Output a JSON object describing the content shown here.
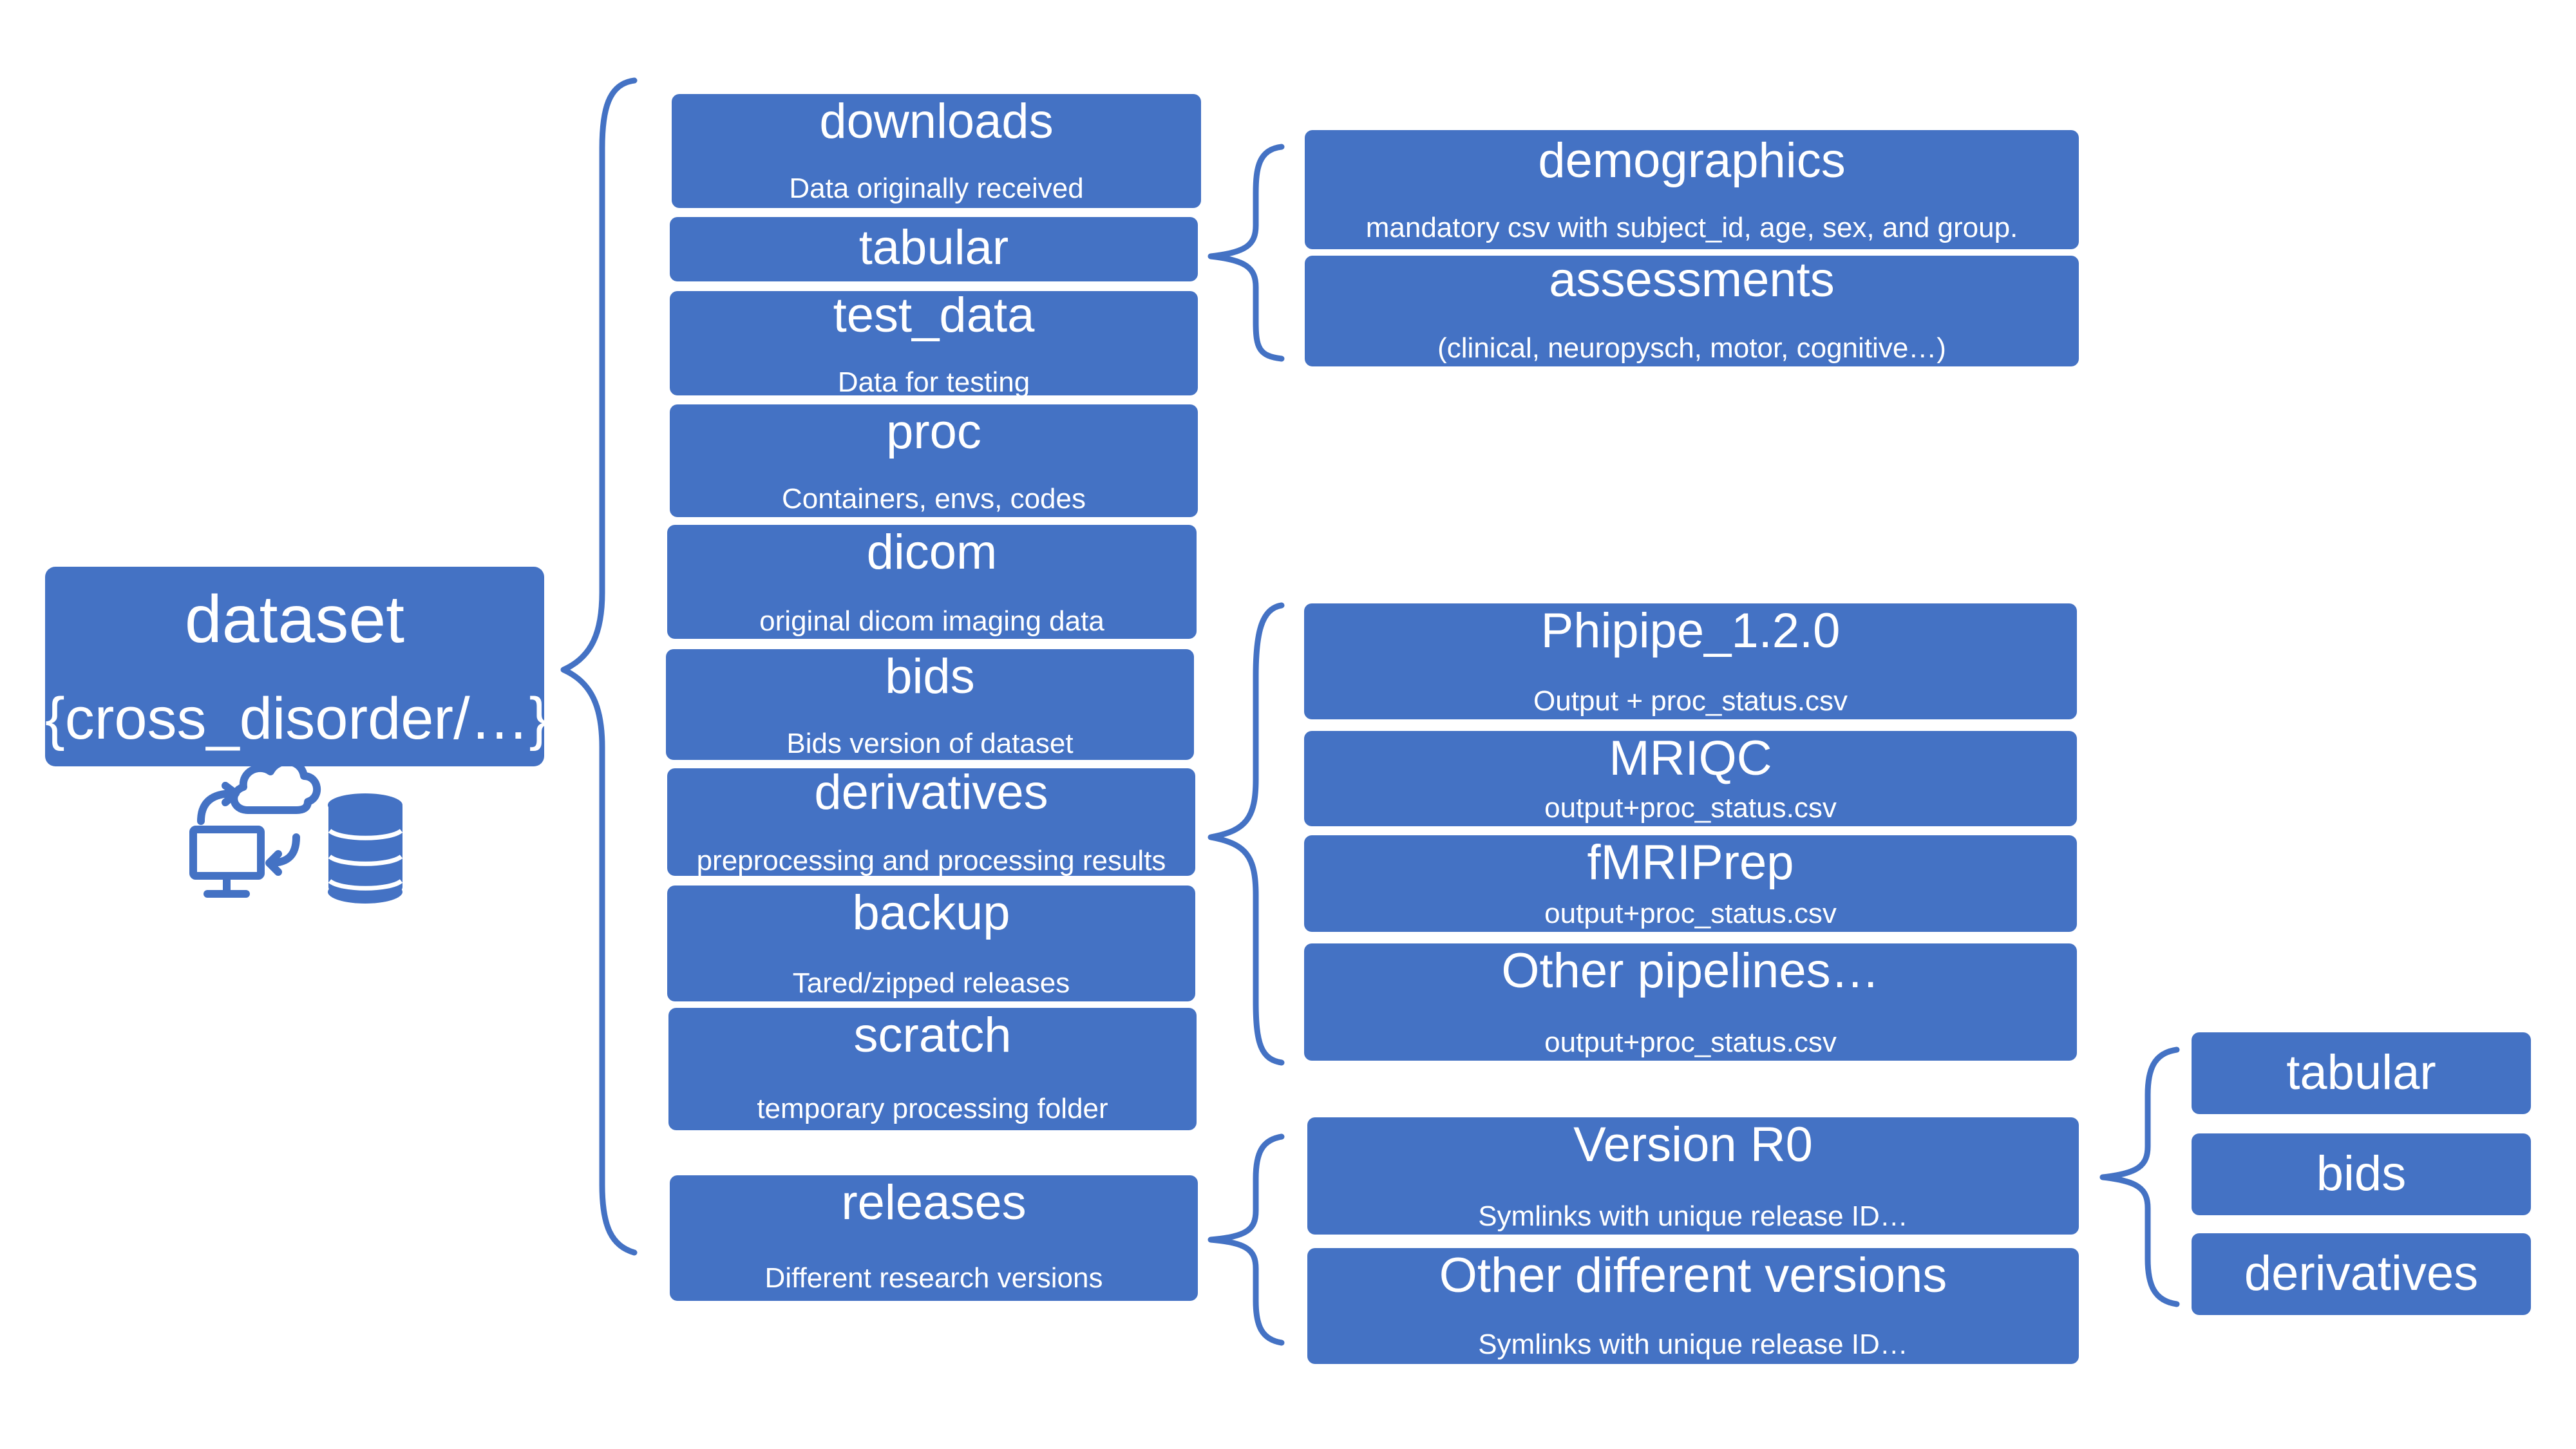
{
  "root": {
    "title": "dataset",
    "subtitle": "{cross_disorder/…}"
  },
  "folders": {
    "downloads": {
      "title": "downloads",
      "subtitle": "Data originally received"
    },
    "tabular": {
      "title": "tabular"
    },
    "test_data": {
      "title": "test_data",
      "subtitle": "Data for testing"
    },
    "proc": {
      "title": "proc",
      "subtitle": "Containers, envs, codes"
    },
    "dicom": {
      "title": "dicom",
      "subtitle": "original dicom imaging data"
    },
    "bids": {
      "title": "bids",
      "subtitle": "Bids version of dataset"
    },
    "derivatives": {
      "title": "derivatives",
      "subtitle": "preprocessing and processing results"
    },
    "backup": {
      "title": "backup",
      "subtitle": "Tared/zipped releases"
    },
    "scratch": {
      "title": "scratch",
      "subtitle": "temporary processing folder"
    },
    "releases": {
      "title": "releases",
      "subtitle": "Different research versions"
    }
  },
  "tabular_children": {
    "demographics": {
      "title": "demographics",
      "subtitle": "mandatory csv with subject_id, age, sex, and group."
    },
    "assessments": {
      "title": "assessments",
      "subtitle": "(clinical, neuropysch, motor, cognitive…)"
    }
  },
  "derivatives_children": {
    "phipipe": {
      "title": "Phipipe_1.2.0",
      "subtitle": "Output + proc_status.csv"
    },
    "mriqc": {
      "title": "MRIQC",
      "subtitle": "output+proc_status.csv"
    },
    "fmriprep": {
      "title": "fMRIPrep",
      "subtitle": "output+proc_status.csv"
    },
    "other": {
      "title": "Other pipelines…",
      "subtitle": "output+proc_status.csv"
    }
  },
  "releases_children": {
    "r0": {
      "title": "Version R0",
      "subtitle": "Symlinks with unique release ID…"
    },
    "other": {
      "title": "Other different versions",
      "subtitle": "Symlinks with unique release ID…"
    }
  },
  "version_contents": {
    "tabular": "tabular",
    "bids": "bids",
    "derivatives": "derivatives"
  },
  "colors": {
    "box_fill": "#4472c4",
    "text": "#ffffff",
    "brace": "#4472c4"
  },
  "icons": [
    "computer-sync-icon",
    "cloud-icon",
    "database-icon"
  ]
}
